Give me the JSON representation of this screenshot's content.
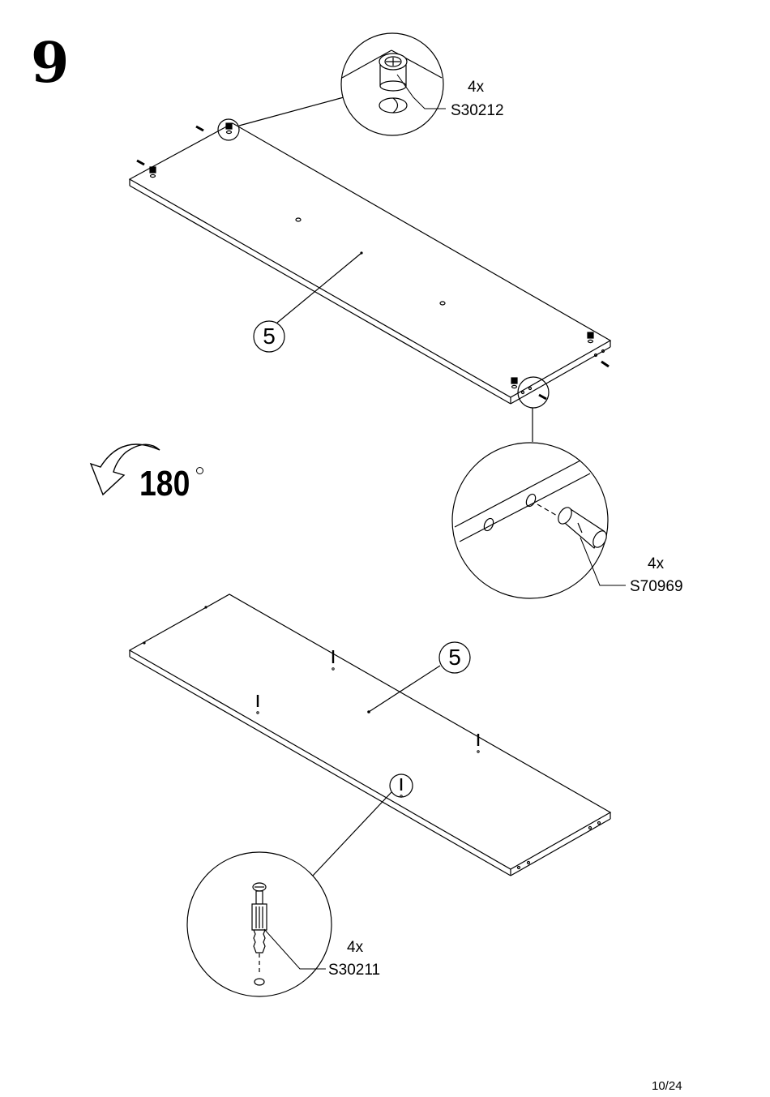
{
  "step": "9",
  "rotation": {
    "angle": "180",
    "unit": "°"
  },
  "parts": [
    {
      "qty": "4x",
      "code": "S30212"
    },
    {
      "qty": "4x",
      "code": "S70969"
    },
    {
      "qty": "4x",
      "code": "S30211"
    }
  ],
  "panel_callouts": [
    "5",
    "5"
  ],
  "page_number": "10/24"
}
